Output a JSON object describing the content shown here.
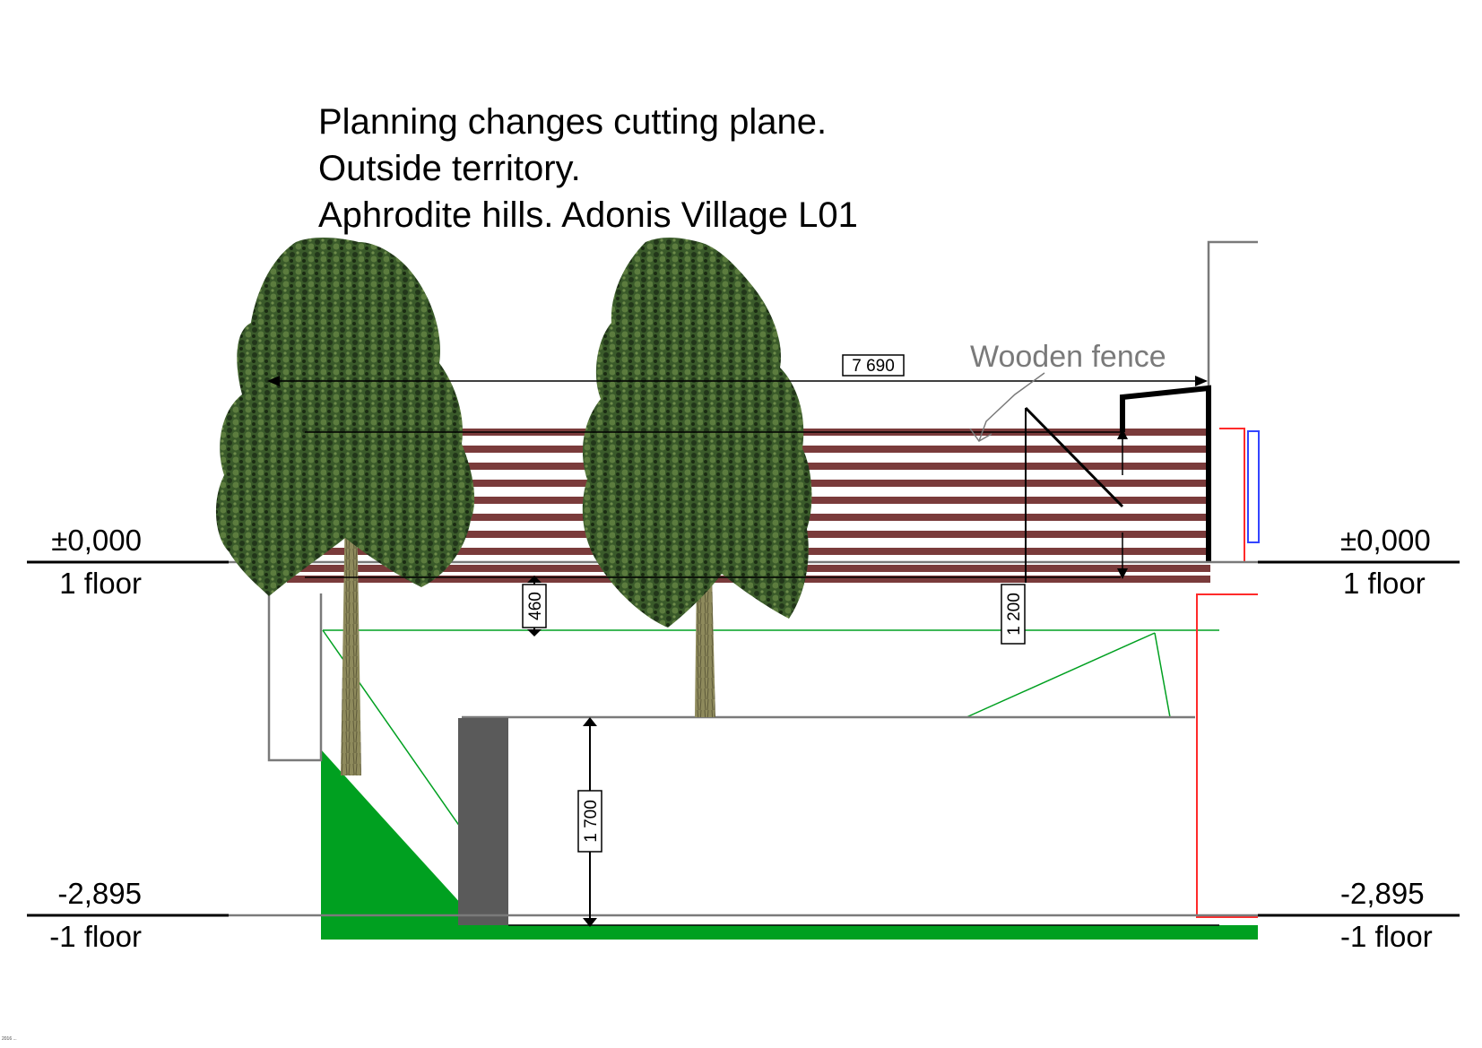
{
  "title": {
    "lines": [
      "Planning changes cutting plane.",
      "Outside territory.",
      "Aphrodite hills. Adonis Village L01"
    ]
  },
  "levels": {
    "upper": {
      "elevation": "±0,000",
      "name": "1 floor"
    },
    "lower": {
      "elevation": "-2,895",
      "name": "-1 floor"
    }
  },
  "dimensions": {
    "fence_length": "7 690",
    "gap": "460",
    "fence_height": "1 200",
    "wall_height": "1 700"
  },
  "annotation": {
    "fence_label": "Wooden fence"
  },
  "footer": {
    "text": "2016 ..."
  },
  "colors": {
    "fence_board": "#7a3b3b",
    "ground": "#00a020",
    "retaining_wall": "#5a5a5a",
    "section_line": "#ff2a2a",
    "outline": "#7a7a7a",
    "tree_foliage": "#2f4a22",
    "trunk": "#8a8458"
  }
}
